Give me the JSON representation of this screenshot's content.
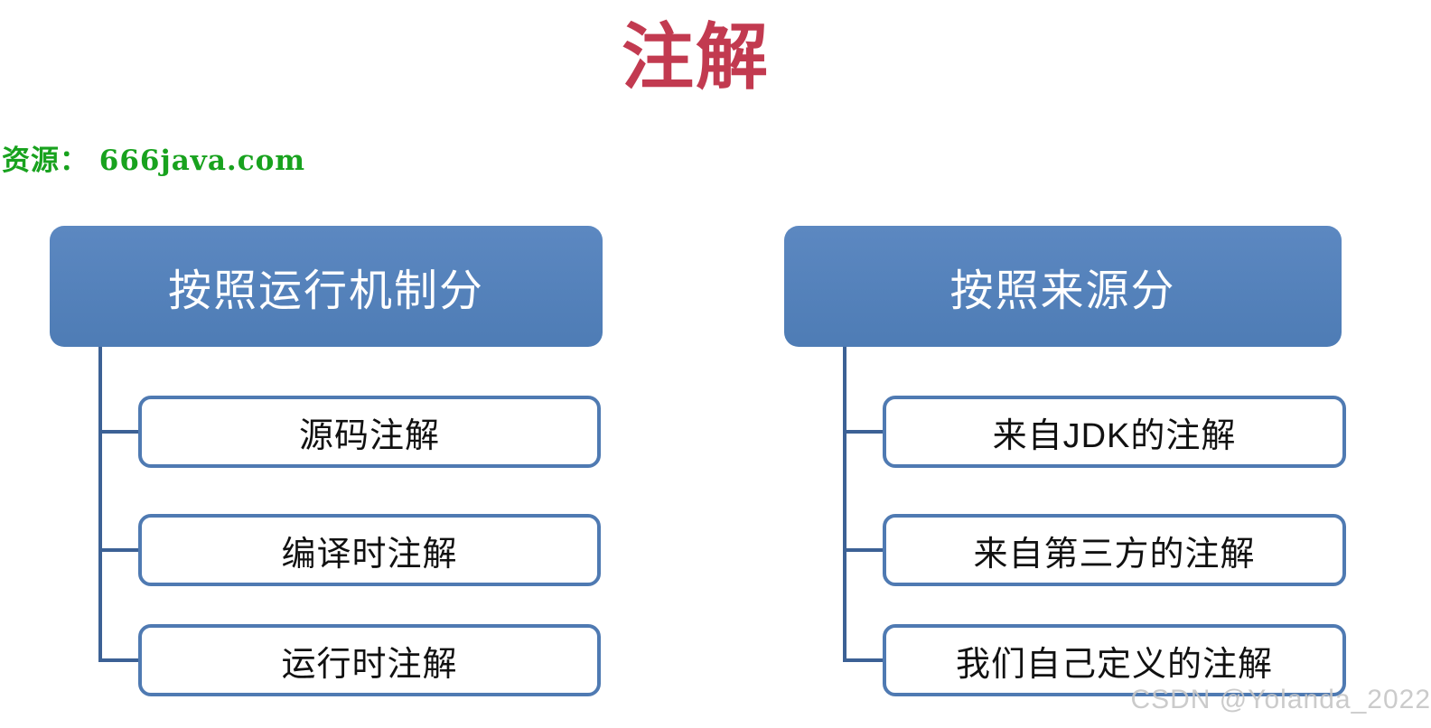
{
  "page": {
    "title": "注解",
    "source_label": "资源： 666java.com",
    "watermark": "CSDN @Yolanda_2022"
  },
  "colors": {
    "title_red": "#c23a50",
    "source_green": "#18a21e",
    "node_fill_blue": "#5181bb",
    "node_border_blue": "#4f7ab2",
    "connector_blue": "#3c6195",
    "node_text_white": "#ffffff",
    "child_text_black": "#111111",
    "watermark_gray": "#c6c6c6",
    "background": "#ffffff"
  },
  "trees": [
    {
      "root": "按照运行机制分",
      "children": [
        "源码注解",
        "编译时注解",
        "运行时注解"
      ]
    },
    {
      "root": "按照来源分",
      "children": [
        "来自JDK的注解",
        "来自第三方的注解",
        "我们自己定义的注解"
      ]
    }
  ]
}
